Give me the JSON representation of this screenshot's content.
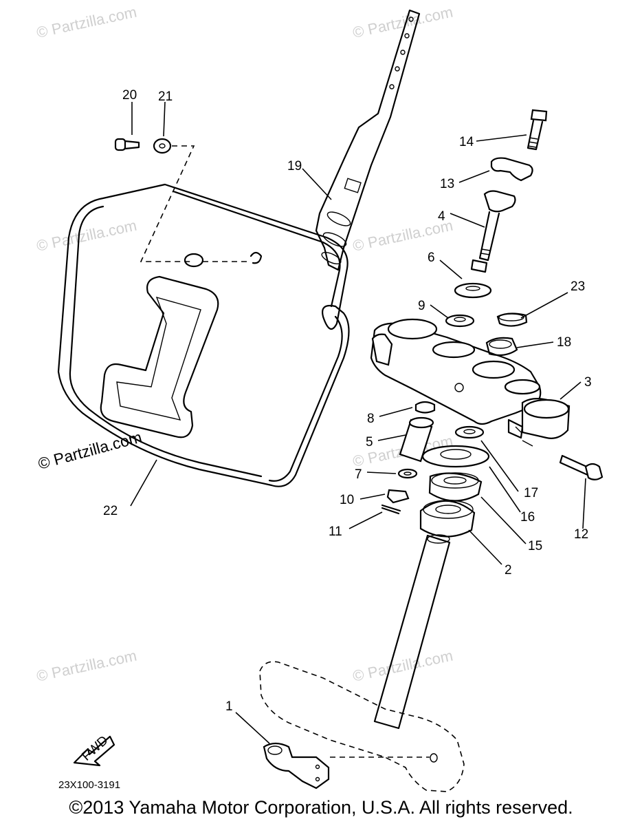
{
  "watermark": "© Partzilla.com",
  "callouts": [
    "1",
    "2",
    "3",
    "4",
    "5",
    "6",
    "7",
    "8",
    "9",
    "10",
    "11",
    "12",
    "13",
    "14",
    "15",
    "16",
    "17",
    "18",
    "19",
    "20",
    "21",
    "22",
    "23"
  ],
  "fwd_label": "FWD",
  "diagram_code": "23X100-3191",
  "copyright": "©2013 Yamaha Motor Corporation, U.S.A. All rights reserved."
}
